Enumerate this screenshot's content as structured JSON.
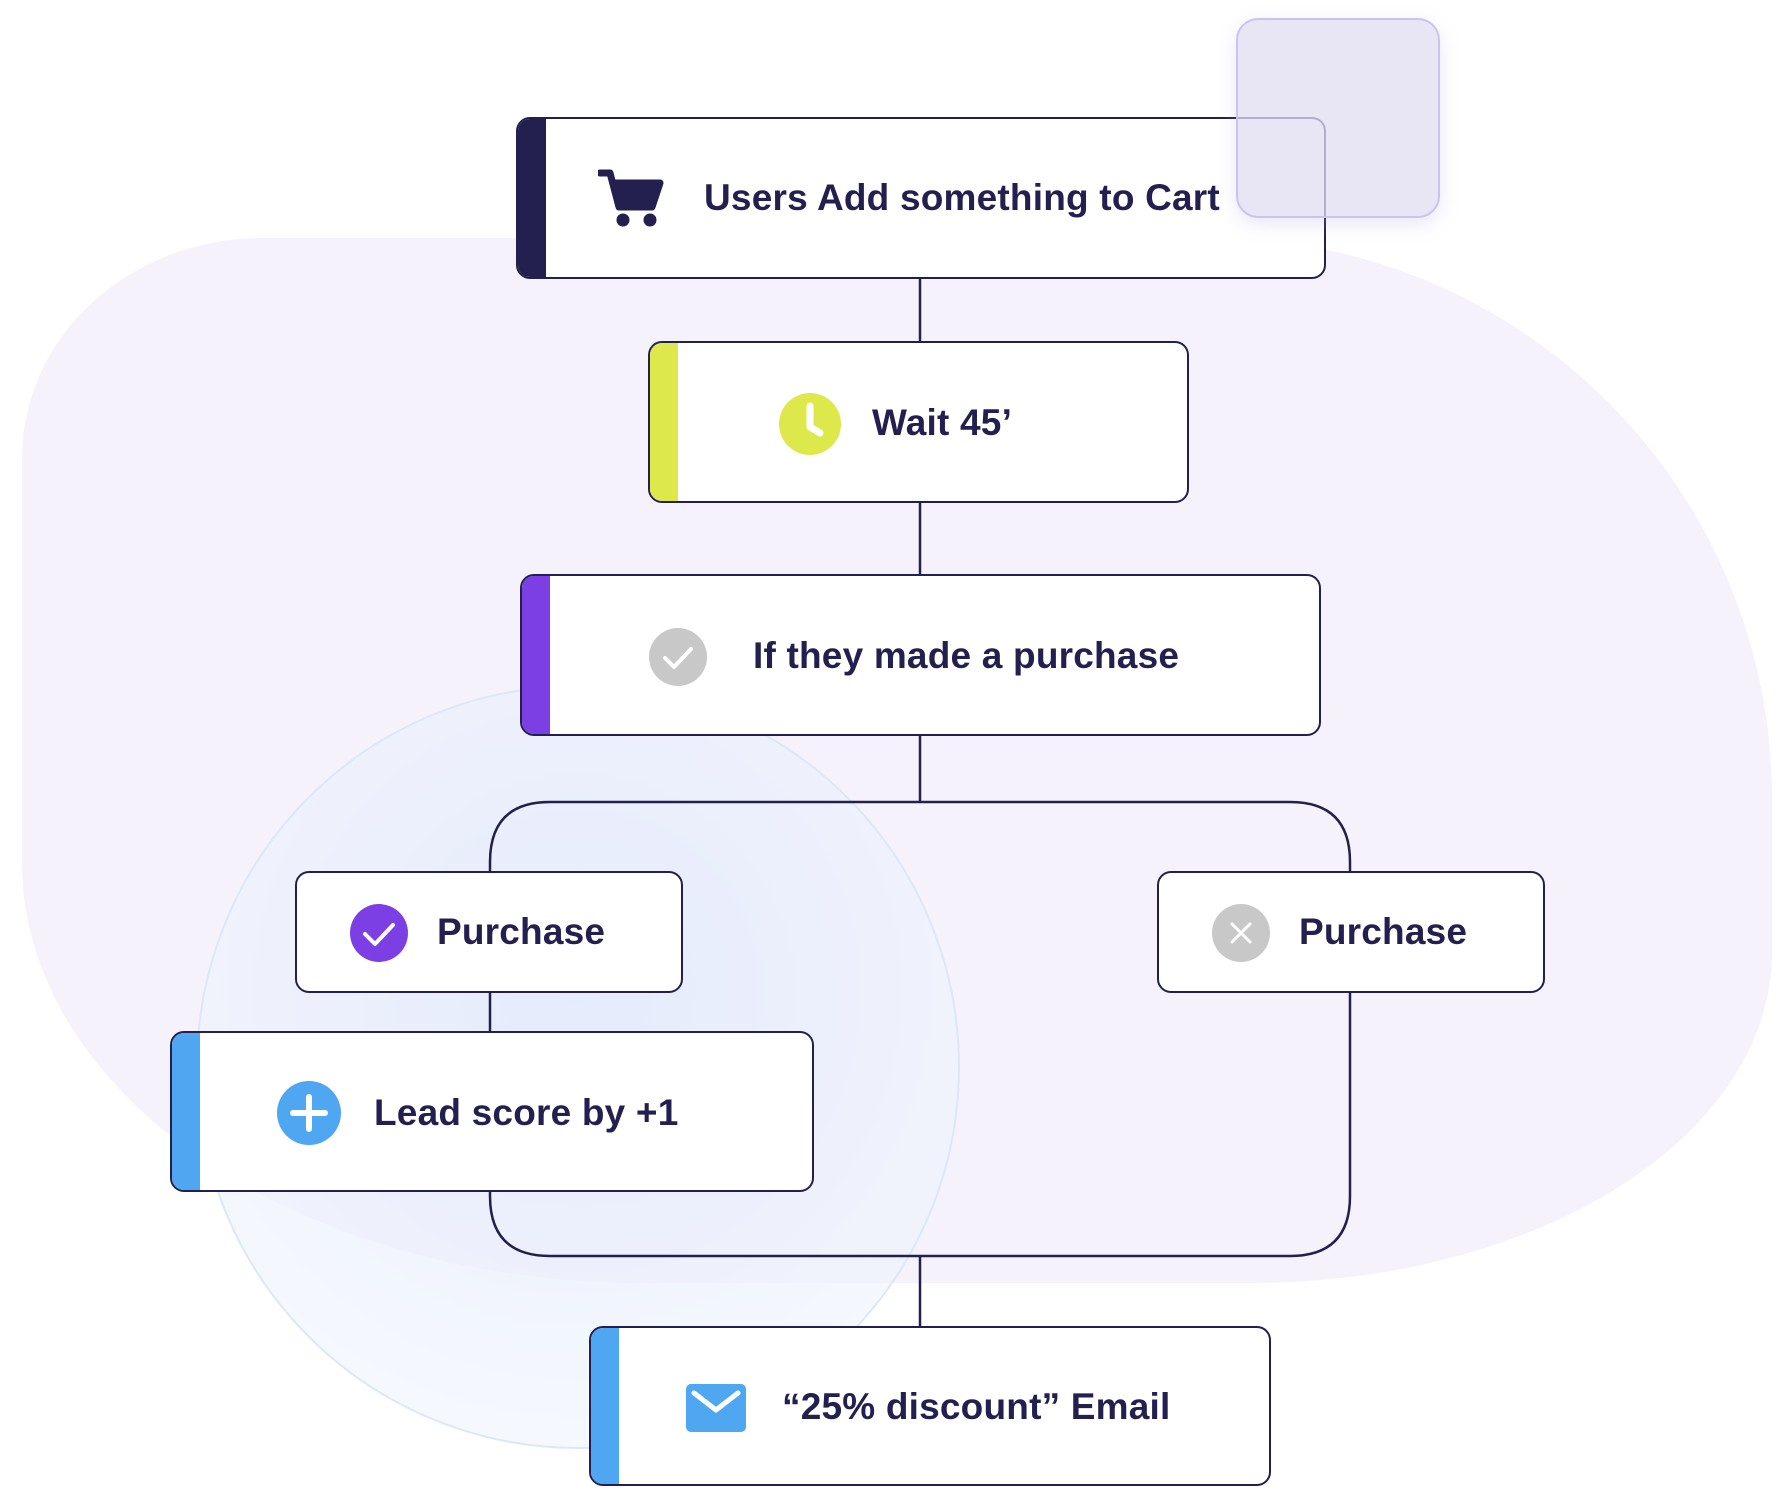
{
  "colors": {
    "dark_navy": "#23204f",
    "wait_yellow": "#dde84a",
    "condition_purple": "#7b3fe4",
    "action_blue": "#4fa6f1",
    "muted_gray": "#c8c8c8",
    "background_lavender": "#f5f2fb"
  },
  "nodes": {
    "trigger": {
      "label": "Users Add something to Cart",
      "icon": "shopping-cart-icon",
      "accent": "#23204f"
    },
    "wait": {
      "label": "Wait 45’",
      "icon": "clock-icon",
      "accent": "#dde84a"
    },
    "condition": {
      "label": "If they made a purchase",
      "icon": "check-circle-gray-icon",
      "accent": "#7b3fe4"
    },
    "branch_yes": {
      "label": "Purchase",
      "icon": "check-circle-purple-icon"
    },
    "branch_no": {
      "label": "Purchase",
      "icon": "x-circle-gray-icon"
    },
    "lead_score": {
      "label": "Lead score by +1",
      "icon": "plus-circle-icon",
      "accent": "#4fa6f1"
    },
    "email": {
      "label": "“25% discount” Email",
      "icon": "envelope-icon",
      "accent": "#4fa6f1"
    }
  }
}
